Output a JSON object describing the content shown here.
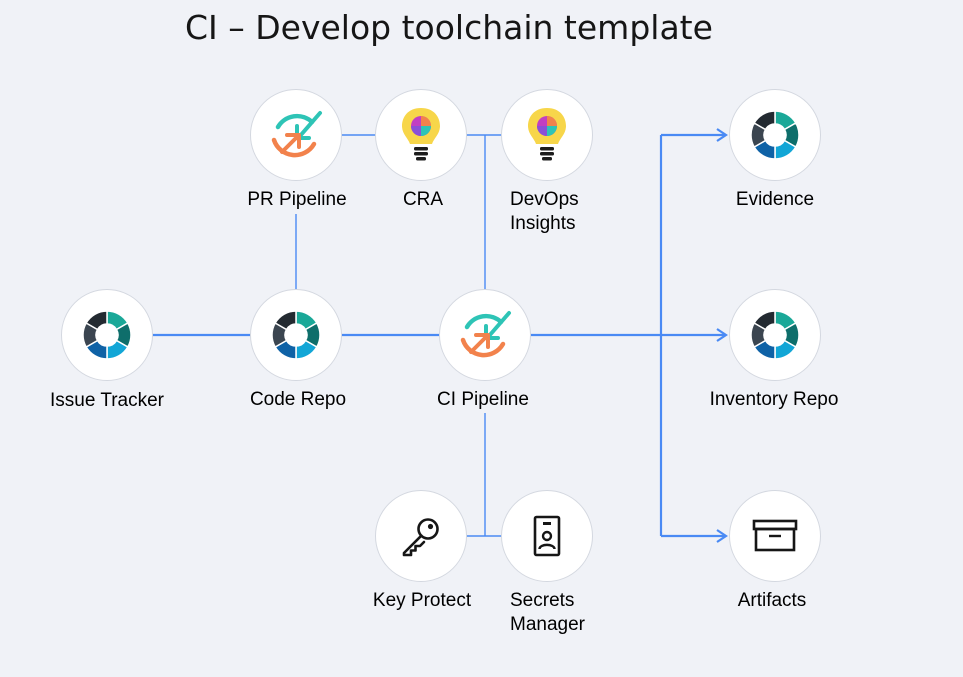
{
  "title": "CI – Develop toolchain template",
  "colors": {
    "blue_line": "#4a8af4",
    "thin_line": "#4a8af4",
    "node_border": "#d4d8e0",
    "teal": "#1aa898",
    "dark_teal": "#0e6e6b",
    "cyan": "#12a6d6",
    "slate": "#3b4550",
    "navy_blue": "#0f62a6",
    "orange": "#f2824c",
    "pipeline_teal": "#2ec4b6"
  },
  "nodes": {
    "pr_pipeline": {
      "label": "PR Pipeline",
      "icon": "pipeline-icon"
    },
    "cra": {
      "label": "CRA",
      "icon": "lightbulb-icon"
    },
    "devops_insights": {
      "label_line1": "DevOps",
      "label_line2": "Insights",
      "icon": "lightbulb-icon"
    },
    "evidence": {
      "label": "Evidence",
      "icon": "repo-donut-icon"
    },
    "issue_tracker": {
      "label": "Issue Tracker",
      "icon": "repo-donut-icon"
    },
    "code_repo": {
      "label": "Code Repo",
      "icon": "repo-donut-icon"
    },
    "ci_pipeline": {
      "label": "CI Pipeline",
      "icon": "pipeline-icon"
    },
    "inventory_repo": {
      "label": "Inventory Repo",
      "icon": "repo-donut-icon"
    },
    "key_protect": {
      "label": "Key Protect",
      "icon": "key-icon"
    },
    "secrets_manager": {
      "label_line1": "Secrets",
      "label_line2": "Manager",
      "icon": "badge-icon"
    },
    "artifacts": {
      "label": "Artifacts",
      "icon": "archive-box-icon"
    }
  }
}
